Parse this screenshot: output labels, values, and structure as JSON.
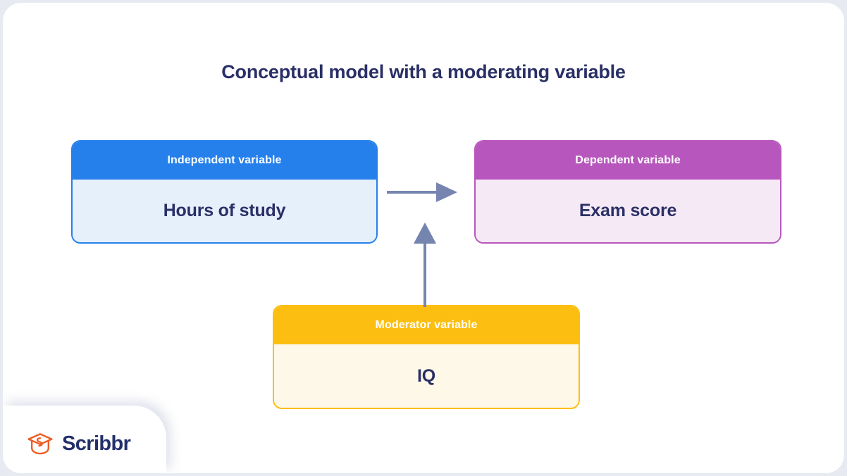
{
  "diagram": {
    "title": "Conceptual model with a moderating variable",
    "title_color": "#2a3066",
    "background_color": "#ffffff",
    "boxes": [
      {
        "id": "independent",
        "header": "Independent variable",
        "value": "Hours of study",
        "accent_color": "#2680eb",
        "body_color": "#e6f0fb"
      },
      {
        "id": "dependent",
        "header": "Dependent variable",
        "value": "Exam score",
        "accent_color": "#b757bd",
        "body_color": "#f6e9f6"
      },
      {
        "id": "moderator",
        "header": "Moderator variable",
        "value": "IQ",
        "accent_color": "#fcbf11",
        "body_color": "#fdf8e7"
      }
    ],
    "arrows": [
      {
        "id": "iv-to-dv",
        "from": "independent",
        "to": "dependent",
        "direction": "right",
        "color": "#7684b0"
      },
      {
        "id": "moderator-to-path",
        "from": "moderator",
        "to": "iv-to-dv",
        "direction": "up",
        "color": "#7684b0"
      }
    ]
  },
  "branding": {
    "name": "Scribbr",
    "mark": "graduation-cap-icon",
    "mark_color": "#ee5c24",
    "text_color": "#23306b"
  }
}
